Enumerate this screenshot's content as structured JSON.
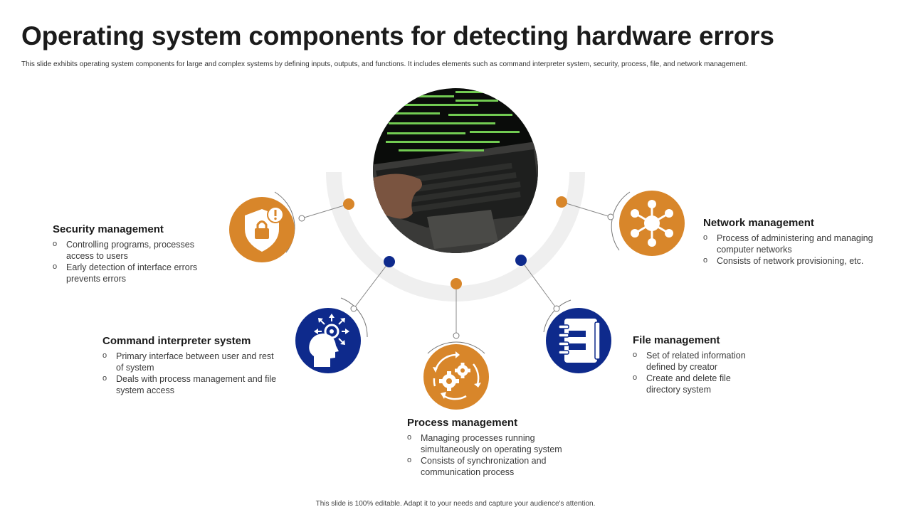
{
  "title": "Operating system components for detecting hardware errors",
  "subtitle": "This slide exhibits operating system components for large and complex systems by defining inputs, outputs, and functions. It includes elements such as command interpreter system, security, process, file, and network management.",
  "footer": "This slide is 100% editable. Adapt it to your needs and capture your audience's attention.",
  "colors": {
    "orange": "#d8862a",
    "navy": "#0e2a8c",
    "arc": "#efefef",
    "line": "#888888"
  },
  "center_image": {
    "icon": "laptop-terminal-photo"
  },
  "components": [
    {
      "id": "security",
      "title": "Security management",
      "icon": "shield-lock-icon",
      "points": [
        "Controlling programs, processes access to users",
        "Early detection of interface errors prevents  errors"
      ]
    },
    {
      "id": "command",
      "title": "Command interpreter system",
      "icon": "head-gear-icon",
      "points": [
        "Primary interface between user and rest of system",
        "Deals with process management and file system access"
      ]
    },
    {
      "id": "process",
      "title": "Process management",
      "icon": "gears-cycle-icon",
      "points": [
        "Managing processes running simultaneously on operating system",
        "Consists of synchronization and communication process"
      ]
    },
    {
      "id": "file",
      "title": "File management",
      "icon": "notebook-icon",
      "points": [
        "Set of related information defined by creator",
        "Create and delete file directory system"
      ]
    },
    {
      "id": "network",
      "title": "Network management",
      "icon": "network-hub-icon",
      "points": [
        "Process of administering and managing computer networks",
        "Consists of network provisioning,  etc."
      ]
    }
  ]
}
